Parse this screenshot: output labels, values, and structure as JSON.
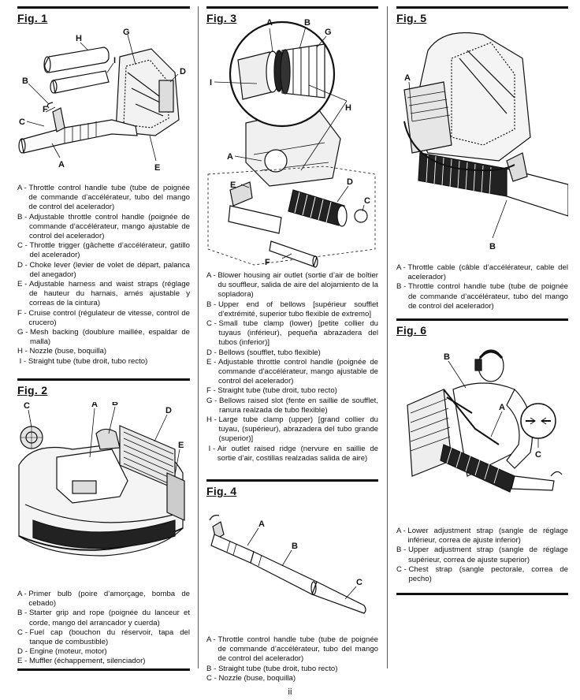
{
  "figures": {
    "fig1": {
      "title": "Fig. 1",
      "labels": [
        "H",
        "G",
        "I",
        "D",
        "B",
        "F",
        "C",
        "A",
        "E"
      ],
      "items": [
        {
          "key": "A",
          "text": "Throttle control handle tube (tube de poignée de commande d’accélérateur, tubo del mango de control del acelerador)"
        },
        {
          "key": "B",
          "text": "Adjustable throttle control handle (poignée de commande d’accélérateur, mango ajustable de control del acelerador)"
        },
        {
          "key": "C",
          "text": "Throttle trigger (gâchette d’accélérateur, gatillo del acelerador)"
        },
        {
          "key": "D",
          "text": "Choke lever (levier de volet de départ, palanca del anegador)"
        },
        {
          "key": "E",
          "text": "Adjustable harness and waist straps (réglage de hauteur du harnais, arnés ajustable y correas de la cintura)"
        },
        {
          "key": "F",
          "text": "Cruise control (régulateur de vitesse, control de crucero)"
        },
        {
          "key": "G",
          "text": "Mesh backing (doublure maillée, espaldar de malla)"
        },
        {
          "key": "H",
          "text": "Nozzle (buse, boquilla)"
        },
        {
          "key": "I",
          "text": "Straight tube (tube droit, tubo recto)"
        }
      ]
    },
    "fig2": {
      "title": "Fig. 2",
      "labels": [
        "C",
        "A",
        "B",
        "D",
        "E"
      ],
      "items": [
        {
          "key": "A",
          "text": "Primer bulb (poire d’amorçage, bomba de cebado)"
        },
        {
          "key": "B",
          "text": "Starter grip and rope (poignée du lanceur et corde, mango del arrancador y cuerda)"
        },
        {
          "key": "C",
          "text": "Fuel cap (bouchon du réservoir, tapa del tanque de combustible)"
        },
        {
          "key": "D",
          "text": "Engine (moteur, motor)"
        },
        {
          "key": "E",
          "text": "Muffler (échappement, silenciador)"
        }
      ]
    },
    "fig3": {
      "title": "Fig. 3",
      "labels": [
        "A",
        "B",
        "G",
        "I",
        "H",
        "A",
        "E",
        "D",
        "C",
        "F"
      ],
      "items": [
        {
          "key": "A",
          "text": "Blower housing air outlet (sortie d’air de boîtier du souffleur, salida de aire del alojamiento de la sopladora)"
        },
        {
          "key": "B",
          "text": "Upper end of bellows [supérieur soufflet d’extrémité, superior tubo flexible de extremo]"
        },
        {
          "key": "C",
          "text": "Small tube clamp (lower) [petite collier du tuyaus (inférieur), pequeña abrazadera del tubos (inferior)]"
        },
        {
          "key": "D",
          "text": "Bellows (soufflet, tubo flexible)"
        },
        {
          "key": "E",
          "text": "Adjustable throttle control handle (poignée de commande d’accélérateur, mango ajustable de control del acelerador)"
        },
        {
          "key": "F",
          "text": "Straight tube (tube droit, tubo recto)"
        },
        {
          "key": "G",
          "text": "Bellows raised slot (fente en saillie de soufflet, ranura realzada de tubo flexible)"
        },
        {
          "key": "H",
          "text": "Large tube clamp (upper) [grand collier du tuyau, (supérieur), abrazadera del tubo grande (superior)]"
        },
        {
          "key": "I",
          "text": "Air outlet raised ridge (nervure en saillie de sortie d’air, costillas realzadas salida de aire)"
        }
      ]
    },
    "fig4": {
      "title": "Fig. 4",
      "labels": [
        "A",
        "B",
        "C"
      ],
      "items": [
        {
          "key": "A",
          "text": "Throttle control handle tube (tube de poignée de commande d’accélérateur, tubo del mango de control del acelerador)"
        },
        {
          "key": "B",
          "text": "Straight tube (tube droit, tubo recto)"
        },
        {
          "key": "C",
          "text": "Nozzle (buse, boquilla)"
        }
      ]
    },
    "fig5": {
      "title": "Fig. 5",
      "labels": [
        "A",
        "B"
      ],
      "items": [
        {
          "key": "A",
          "text": "Throttle cable (câble d’accélérateur, cable del acelerador)"
        },
        {
          "key": "B",
          "text": "Throttle control handle tube (tube de poignée de commande d’accélérateur, tubo del mango de control del acelerador)"
        }
      ]
    },
    "fig6": {
      "title": "Fig. 6",
      "labels": [
        "B",
        "A",
        "C"
      ],
      "items": [
        {
          "key": "A",
          "text": "Lower adjustment strap (sangle de réglage inférieur, correa de ajuste inferior)"
        },
        {
          "key": "B",
          "text": "Upper adjustment strap (sangle de réglage supérieur, correa de ajuste superior)"
        },
        {
          "key": "C",
          "text": "Chest strap (sangle pectorale, correa de pecho)"
        }
      ]
    }
  },
  "page_number": "ii"
}
